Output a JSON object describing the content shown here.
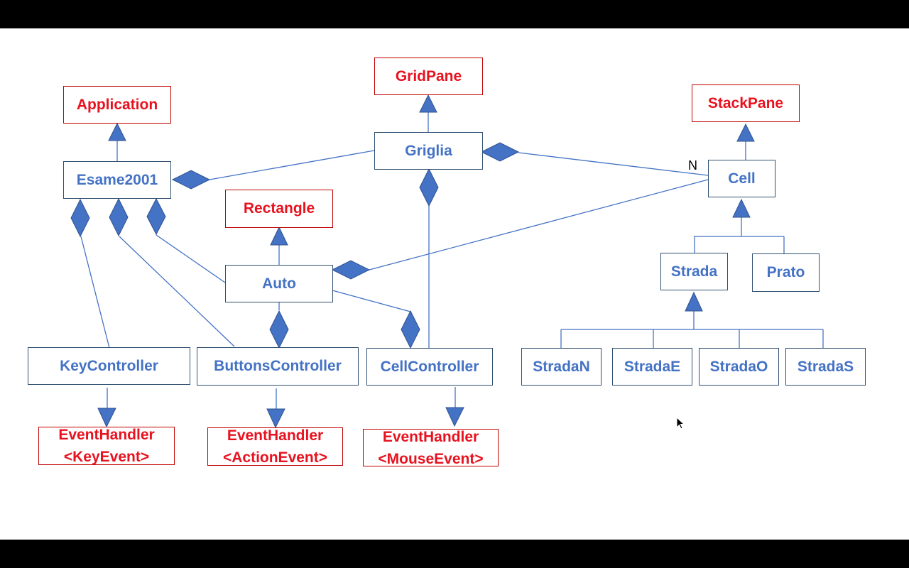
{
  "colors": {
    "class_text": "#4472c4",
    "class_border": "#2f4f6f",
    "external_text": "#e8121f",
    "external_border": "#c00000",
    "connector": "#4472c4",
    "background": "#ffffff",
    "letterbox": "#000000"
  },
  "classes": {
    "application": "Application",
    "gridpane": "GridPane",
    "stackpane": "StackPane",
    "rectangle": "Rectangle",
    "esame2001": "Esame2001",
    "griglia": "Griglia",
    "cell": "Cell",
    "auto": "Auto",
    "strada": "Strada",
    "prato": "Prato",
    "stradaN": "StradaN",
    "stradaE": "StradaE",
    "stradaO": "StradaO",
    "stradaS": "StradaS",
    "keycontroller": "KeyController",
    "buttonscontroller": "ButtonsController",
    "cellcontroller": "CellController",
    "eh_key_line1": "EventHandler",
    "eh_key_line2": "<KeyEvent>",
    "eh_action_line1": "EventHandler",
    "eh_action_line2": "<ActionEvent>",
    "eh_mouse_line1": "EventHandler",
    "eh_mouse_line2": "<MouseEvent>"
  },
  "multiplicity": {
    "griglia_cell": "N"
  },
  "relations": [
    {
      "type": "inheritance",
      "from": "Esame2001",
      "to": "Application"
    },
    {
      "type": "inheritance",
      "from": "Griglia",
      "to": "GridPane"
    },
    {
      "type": "inheritance",
      "from": "Cell",
      "to": "StackPane"
    },
    {
      "type": "inheritance",
      "from": "Auto",
      "to": "Rectangle"
    },
    {
      "type": "inheritance",
      "from": "Strada",
      "to": "Cell"
    },
    {
      "type": "inheritance",
      "from": "Prato",
      "to": "Cell"
    },
    {
      "type": "inheritance",
      "from": "StradaN",
      "to": "Strada"
    },
    {
      "type": "inheritance",
      "from": "StradaE",
      "to": "Strada"
    },
    {
      "type": "inheritance",
      "from": "StradaO",
      "to": "Strada"
    },
    {
      "type": "inheritance",
      "from": "StradaS",
      "to": "Strada"
    },
    {
      "type": "implementation",
      "from": "KeyController",
      "to": "EventHandler<KeyEvent>"
    },
    {
      "type": "implementation",
      "from": "ButtonsController",
      "to": "EventHandler<ActionEvent>"
    },
    {
      "type": "implementation",
      "from": "CellController",
      "to": "EventHandler<MouseEvent>"
    },
    {
      "type": "composition",
      "whole": "Esame2001",
      "part": "Griglia"
    },
    {
      "type": "composition",
      "whole": "Esame2001",
      "part": "KeyController"
    },
    {
      "type": "composition",
      "whole": "Esame2001",
      "part": "ButtonsController"
    },
    {
      "type": "composition",
      "whole": "Esame2001",
      "part": "Auto"
    },
    {
      "type": "composition",
      "whole": "Griglia",
      "part": "Cell",
      "multiplicity": "N"
    },
    {
      "type": "composition",
      "whole": "Griglia",
      "part": "CellController"
    },
    {
      "type": "composition",
      "whole": "Auto",
      "part": "Cell"
    },
    {
      "type": "composition",
      "whole": "ButtonsController",
      "part": "Auto"
    },
    {
      "type": "composition",
      "whole": "CellController",
      "part": "Auto"
    }
  ]
}
